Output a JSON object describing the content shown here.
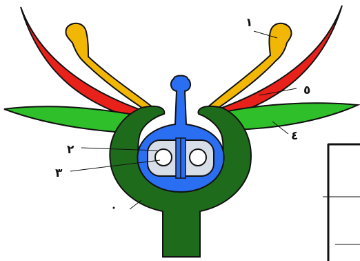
{
  "labels": {
    "petal_yellow": "١",
    "ovule": "٢",
    "ovary_cavity": "٣",
    "sepal_green": "٤",
    "petal_red": "٥"
  },
  "colors": {
    "red_petal": "#e8221b",
    "yellow_stamen": "#f2b705",
    "green_sepal": "#2fbf2a",
    "receptacle": "#1f6b1c",
    "pistil": "#2a6ef2",
    "ovule_fill": "#d8dee8",
    "outline": "#111111"
  }
}
